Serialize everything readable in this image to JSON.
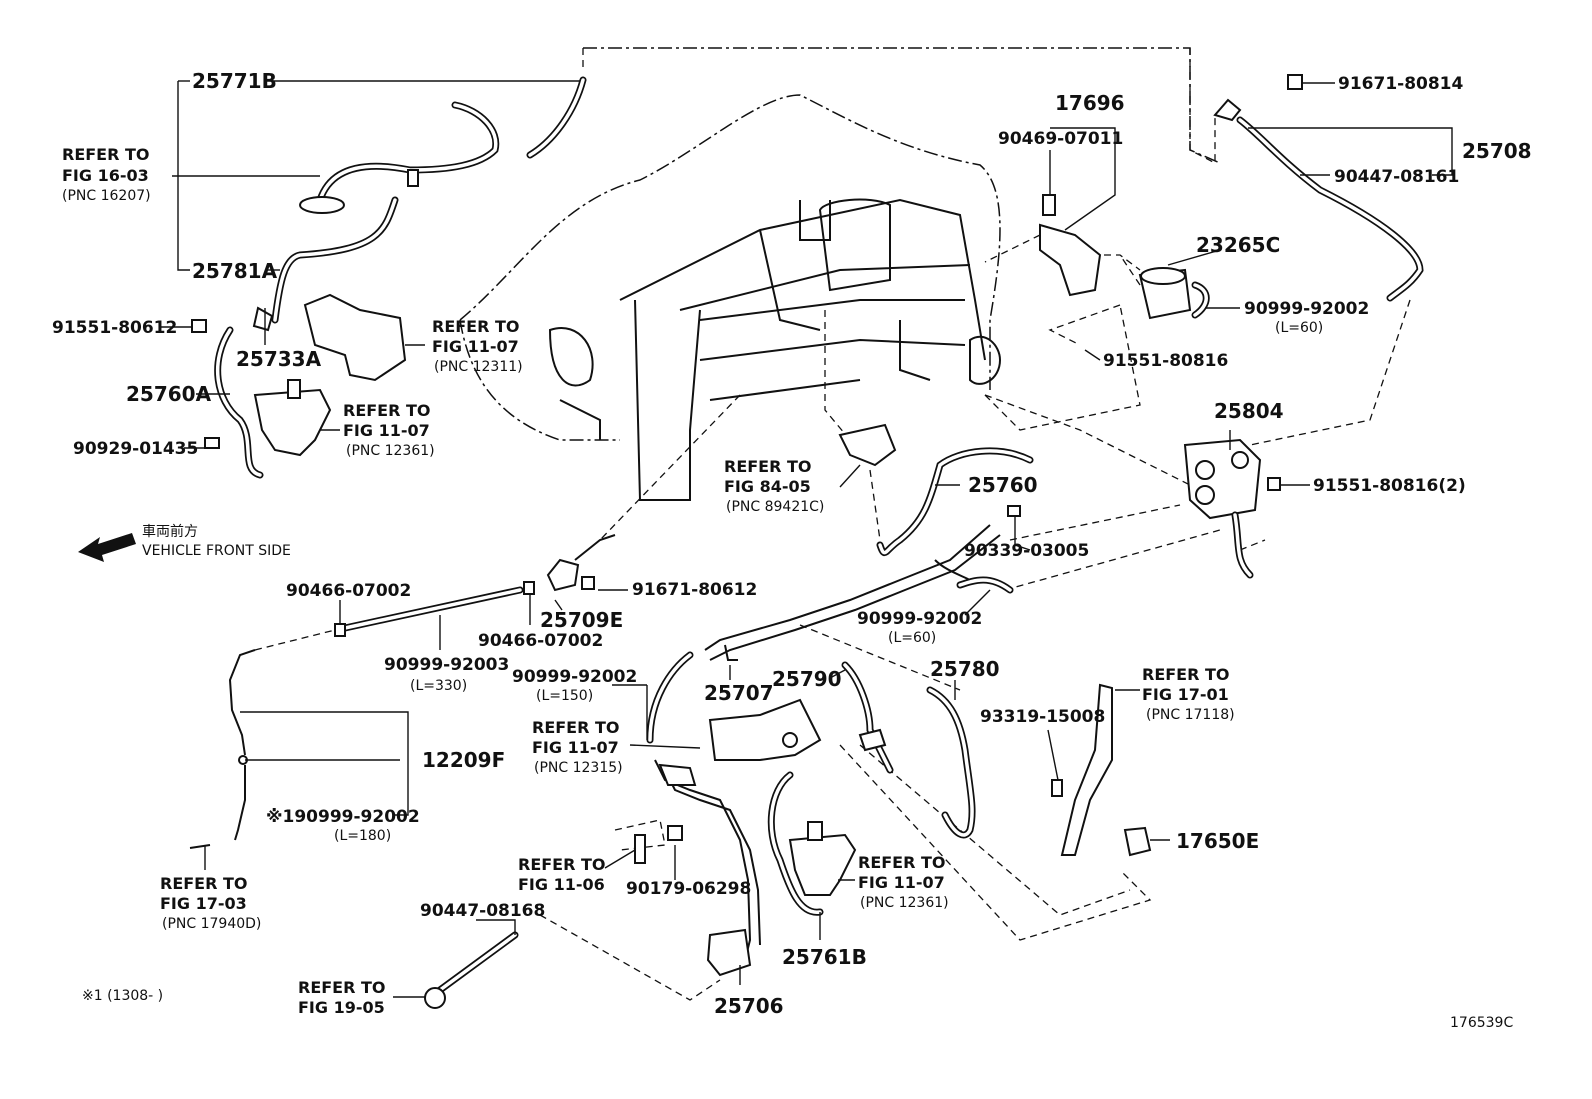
{
  "labels": {
    "p25771B": "25771B",
    "p25781A": "25781A",
    "p25733A": "25733A",
    "p25760A": "25760A",
    "p91551_80612": "91551-80612",
    "p90929_01435": "90929-01435",
    "p17696": "17696",
    "p90469_07011": "90469-07011",
    "p23265C": "23265C",
    "p90999_92002_a": "90999-92002",
    "p90999_92002_a_len": "(L=60)",
    "p91551_80816": "91551-80816",
    "p91671_80814": "91671-80814",
    "p25708": "25708",
    "p90447_08161": "90447-08161",
    "p25804": "25804",
    "p91551_80816_2": "91551-80816(2)",
    "p25760": "25760",
    "p90339_03005": "90339-03005",
    "p90999_92002_b": "90999-92002",
    "p90999_92002_b_len": "(L=60)",
    "p91671_80612": "91671-80612",
    "p25709E": "25709E",
    "p90466_07002_a": "90466-07002",
    "p90466_07002_b": "90466-07002",
    "p90999_92003": "90999-92003",
    "p90999_92003_len": "(L=330)",
    "p90999_92002_c": "90999-92002",
    "p90999_92002_c_len": "(L=150)",
    "p25707": "25707",
    "p25790": "25790",
    "p25780": "25780",
    "p12209F": "12209F",
    "p90999_92002_d": "※190999-92002",
    "p90999_92002_d_len": "(L=180)",
    "p93319_15008": "93319-15008",
    "p17650E": "17650E",
    "p90179_06298": "90179-06298",
    "p25761B": "25761B",
    "p90447_08168": "90447-08168",
    "p25706": "25706",
    "footnote": "※1 (1308-        )",
    "diagram_id": "176539C"
  },
  "refs": {
    "r16_03": [
      "REFER TO",
      "FIG 16-03",
      "(PNC 16207)"
    ],
    "r11_07a": [
      "REFER TO",
      "FIG 11-07",
      "(PNC 12311)"
    ],
    "r11_07b": [
      "REFER TO",
      "FIG 11-07",
      "(PNC 12361)"
    ],
    "r84_05": [
      "REFER TO",
      "FIG 84-05",
      "(PNC 89421C)"
    ],
    "r11_07c": [
      "REFER TO",
      "FIG 11-07",
      "(PNC 12315)"
    ],
    "r17_01": [
      "REFER TO",
      "FIG 17-01",
      "(PNC 17118)"
    ],
    "r17_03": [
      "REFER TO",
      "FIG 17-03",
      "(PNC 17940D)"
    ],
    "r11_06": [
      "REFER TO",
      "FIG 11-06"
    ],
    "r11_07d": [
      "REFER TO",
      "FIG 11-07",
      "(PNC 12361)"
    ],
    "r19_05": [
      "REFER TO",
      "FIG 19-05"
    ]
  },
  "front": {
    "jp": "車両前方",
    "en": "VEHICLE FRONT SIDE"
  }
}
